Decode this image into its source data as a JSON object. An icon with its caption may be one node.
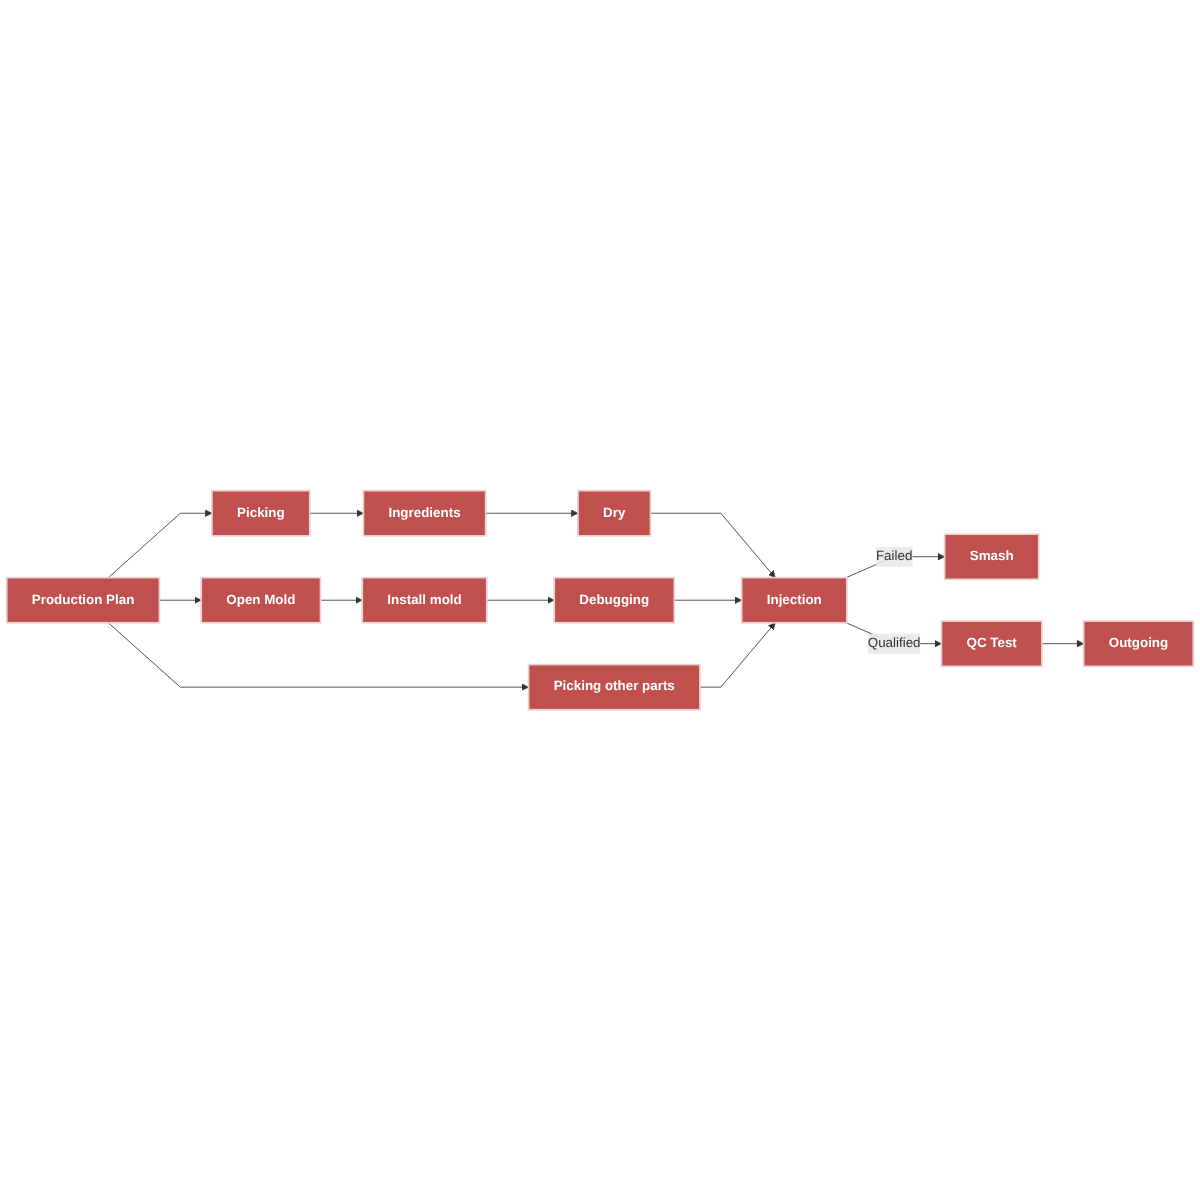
{
  "diagram": {
    "nodes": [
      {
        "text": [
          "Production Plan"
        ]
      },
      {
        "text": [
          "Picking"
        ]
      },
      {
        "text": [
          "Open Mold"
        ]
      },
      {
        "text": [
          "Picking other parts"
        ]
      },
      {
        "text": [
          "Ingredients"
        ]
      },
      {
        "text": [
          "Install mold"
        ]
      },
      {
        "text": [
          "Dry"
        ]
      },
      {
        "text": [
          "Debugging"
        ]
      },
      {
        "text": [
          "Injection"
        ]
      },
      {
        "text": [
          "Smash"
        ]
      },
      {
        "text": [
          "QC Test"
        ]
      },
      {
        "text": [
          "Outgoing"
        ]
      }
    ],
    "edges": [
      {
        "from": 0,
        "to": 1,
        "arrow": "to"
      },
      {
        "from": 0,
        "to": 2,
        "arrow": "to"
      },
      {
        "from": 0,
        "to": 3,
        "arrow": "to"
      },
      {
        "from": 1,
        "to": 4,
        "arrow": "to"
      },
      {
        "from": 4,
        "to": 6,
        "arrow": "to"
      },
      {
        "from": 2,
        "to": 5,
        "arrow": "to"
      },
      {
        "from": 5,
        "to": 7,
        "arrow": "to"
      },
      {
        "from": 6,
        "to": 8,
        "arrow": "to"
      },
      {
        "from": 7,
        "to": 8,
        "arrow": "to"
      },
      {
        "from": 3,
        "to": 8,
        "arrow": "to"
      },
      {
        "from": 8,
        "to": 9,
        "label": "Failed",
        "arrow": "to"
      },
      {
        "from": 8,
        "to": 10,
        "label": "Qualified",
        "arrow": "to"
      },
      {
        "from": 10,
        "to": 11,
        "arrow": "to"
      }
    ]
  }
}
